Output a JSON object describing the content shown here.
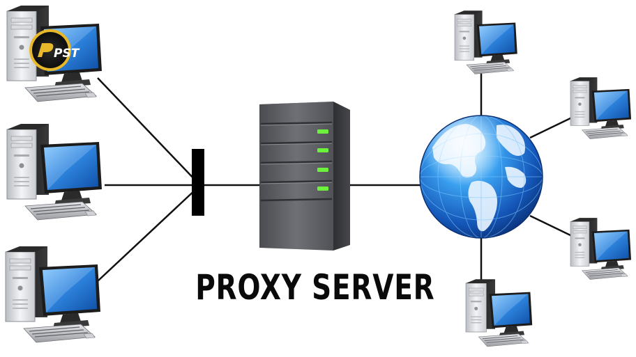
{
  "diagram": {
    "label": "PROXY SERVER",
    "logo_text": "PST",
    "colors": {
      "line": "#111111",
      "server_body": "#5d5f63",
      "server_led": "#6cf23c",
      "monitor_screen": "#2f86e0",
      "globe_ocean": "#1c63c9",
      "logo_gold": "#e7b82a"
    },
    "nodes": {
      "clients": [
        {
          "id": "client-1",
          "has_logo": true
        },
        {
          "id": "client-2"
        },
        {
          "id": "client-3"
        }
      ],
      "hub": {
        "id": "hub-bar"
      },
      "proxy": {
        "id": "proxy-server"
      },
      "internet": {
        "id": "internet-globe"
      },
      "remote": [
        {
          "id": "remote-1"
        },
        {
          "id": "remote-2"
        },
        {
          "id": "remote-3"
        },
        {
          "id": "remote-4"
        }
      ]
    },
    "edges": [
      {
        "from": "client-1",
        "to": "hub-bar"
      },
      {
        "from": "client-2",
        "to": "hub-bar"
      },
      {
        "from": "client-3",
        "to": "hub-bar"
      },
      {
        "from": "hub-bar",
        "to": "proxy-server"
      },
      {
        "from": "proxy-server",
        "to": "internet-globe"
      },
      {
        "from": "internet-globe",
        "to": "remote-1"
      },
      {
        "from": "internet-globe",
        "to": "remote-2"
      },
      {
        "from": "internet-globe",
        "to": "remote-3"
      },
      {
        "from": "internet-globe",
        "to": "remote-4"
      }
    ]
  }
}
